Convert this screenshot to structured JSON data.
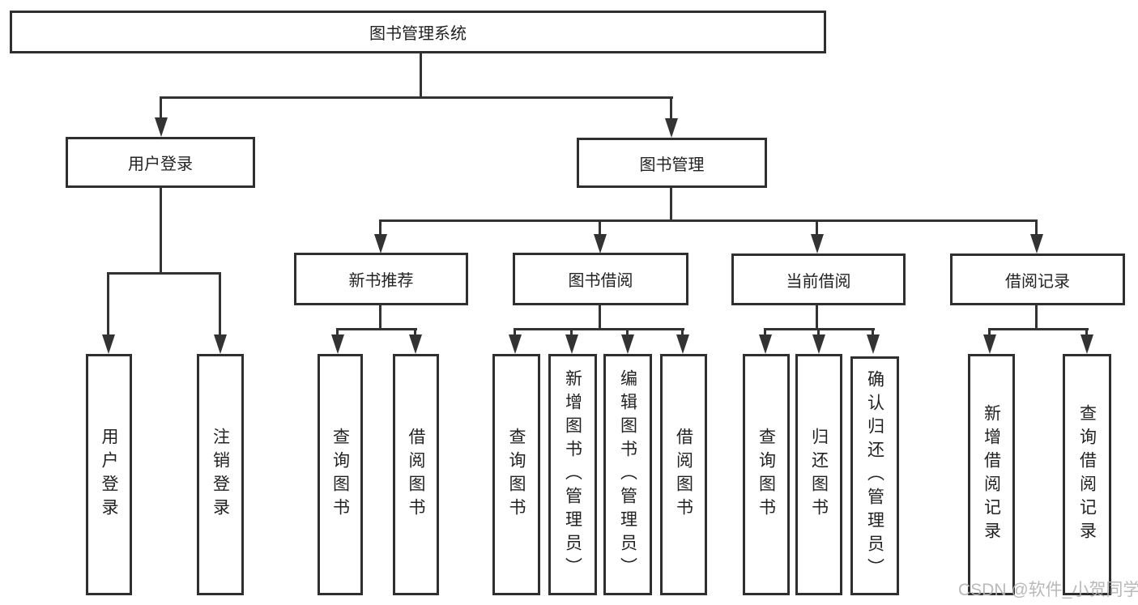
{
  "colors": {
    "background": "#ffffff",
    "box_border": "#2f2f2f",
    "connector_line": "#333333",
    "text": "#222222",
    "watermark": "#b4b4b4"
  },
  "tree": {
    "root": {
      "label": "图书管理系统",
      "children": [
        {
          "label": "用户登录",
          "children": [
            {
              "label": "用户登录"
            },
            {
              "label": "注销登录"
            }
          ]
        },
        {
          "label": "图书管理",
          "children": [
            {
              "label": "新书推荐",
              "children": [
                {
                  "label": "查询图书"
                },
                {
                  "label": "借阅图书"
                }
              ]
            },
            {
              "label": "图书借阅",
              "children": [
                {
                  "label": "查询图书"
                },
                {
                  "label": "新增图书（管理员）"
                },
                {
                  "label": "编辑图书（管理员）"
                },
                {
                  "label": "借阅图书"
                }
              ]
            },
            {
              "label": "当前借阅",
              "children": [
                {
                  "label": "查询图书"
                },
                {
                  "label": "归还图书"
                },
                {
                  "label": "确认归还（管理员）"
                }
              ]
            },
            {
              "label": "借阅记录",
              "children": [
                {
                  "label": "新增借阅记录"
                },
                {
                  "label": "查询借阅记录"
                }
              ]
            }
          ]
        }
      ]
    }
  },
  "watermark": {
    "text": "CSDN @软件_小贺同学"
  }
}
